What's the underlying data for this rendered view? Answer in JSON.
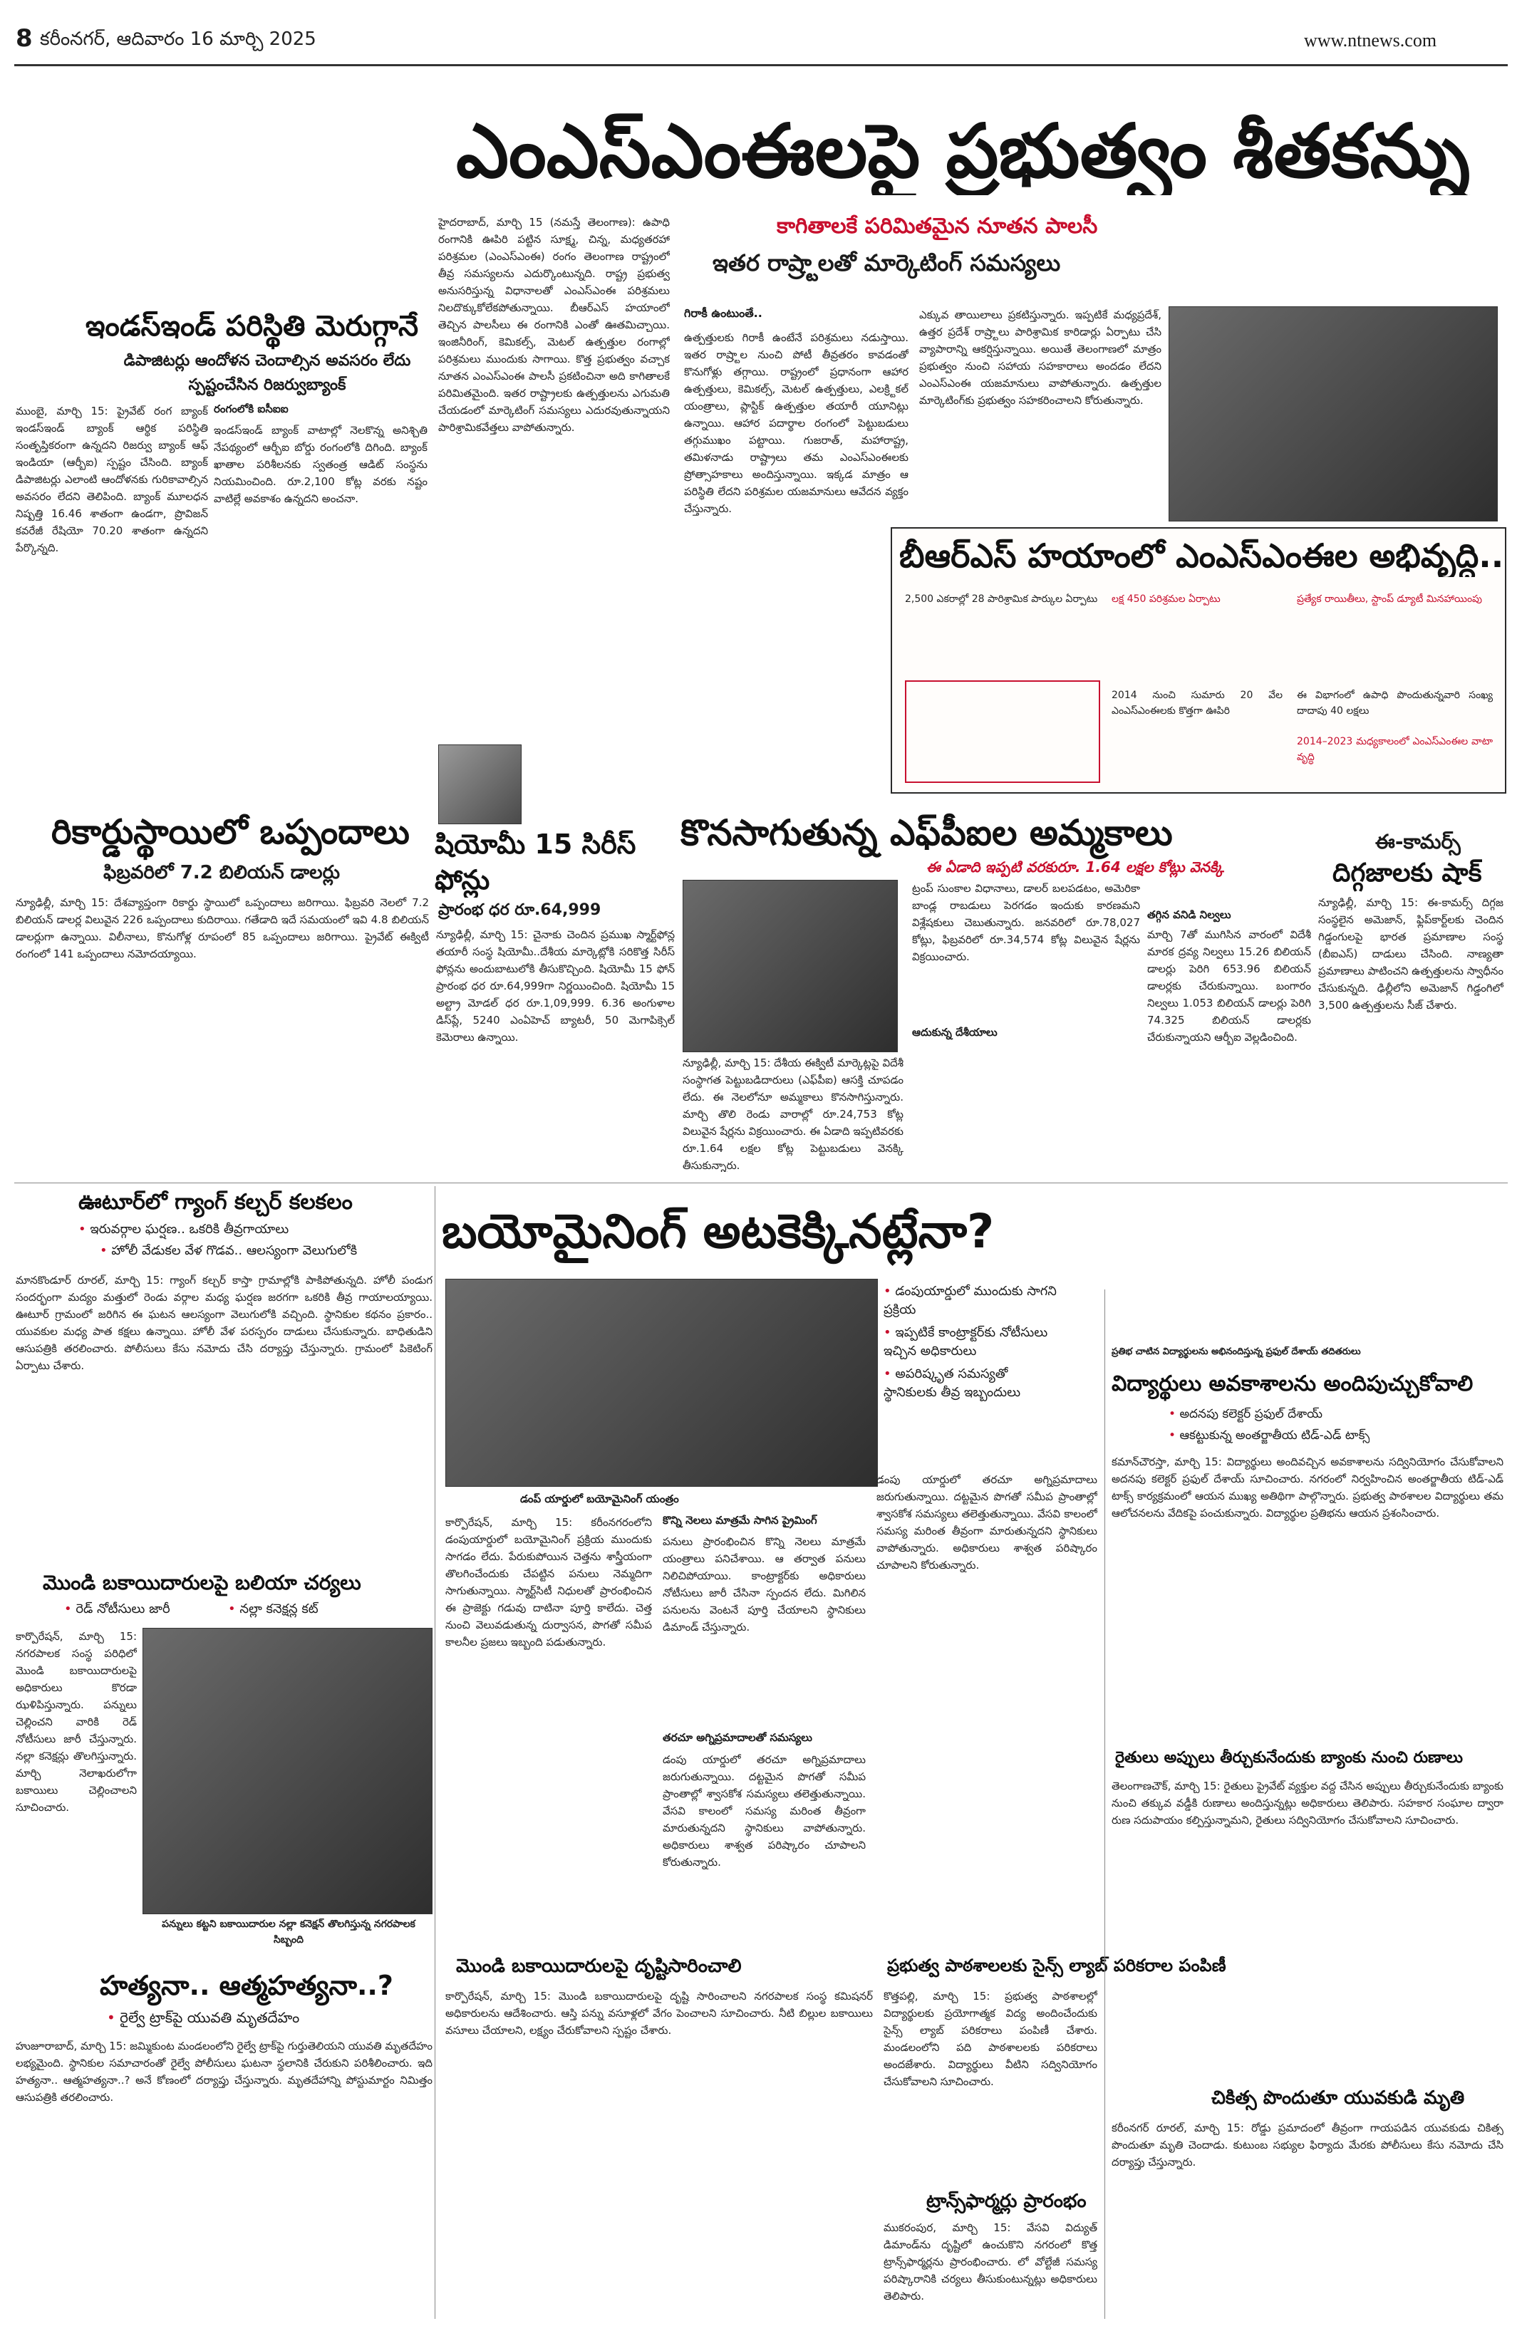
{
  "folio": {
    "page_number": "8",
    "dateline": "కరీంనగర్, ఆదివారం 16 మార్చి 2025",
    "website": "www.ntnews.com"
  },
  "lead": {
    "headline": "ఎంఎస్‌ఎంఈలపై ప్రభుత్వం శీతకన్ను",
    "subhead_1": "కాగితాలకే పరిమితమైన నూతన పాలసీ",
    "subhead_2": "ఇతర రాష్ర్టాలతో మార్కెటింగ్‌ సమస్యలు",
    "body_col1": "హైదరాబాద్‌, మార్చి 15 (నమస్తే తెలంగాణ): ఉపాధి రంగానికి ఊపిరి పట్టిన సూక్ష్మ, చిన్న, మధ్యతరహా పరిశ్రమల (ఎంఎస్‌ఎంఈ) రంగం తెలంగాణ రాష్ట్రంలో తీవ్ర సమస్యలను ఎదుర్కొంటున్నది. రాష్ట్ర ప్రభుత్వ అనుసరిస్తున్న విధానాలతో ఎంఎస్‌ఎంఈ పరిశ్రమలు నిలదొక్కుకోలేకపోతున్నాయి. బీఆర్‌ఎస్‌ హయాంలో తెచ్చిన పాలసీలు ఈ రంగానికి ఎంతో ఊతమిచ్చాయి. ఇంజినీరింగ్‌, కెమికల్స్‌, మెటల్‌ ఉత్పత్తుల రంగాల్లో పరిశ్రమలు ముందుకు సాగాయి. కొత్త ప్రభుత్వం వచ్చాక నూతన ఎంఎస్‌ఎంఈ పాలసీ ప్రకటించినా అది కాగితాలకే పరిమితమైంది. ఇతర రాష్ట్రాలకు ఉత్పత్తులను ఎగుమతి చేయడంలో మార్కెటింగ్‌ సమస్యలు ఎదురవుతున్నాయని పారిశ్రామికవేత్తలు వాపోతున్నారు.",
    "sub_gram": "గిరాకీ ఉంటుంతే..",
    "body_col2": "ఉత్పత్తులకు గిరాకీ ఉంటేనే పరిశ్రమలు నడుస్తాయి. ఇతర రాష్ర్టాల నుంచి పోటీ తీవ్రతరం కావడంతో కొనుగోళ్లు తగ్గాయి. రాష్ట్రంలో ప్రధానంగా ఆహార ఉత్పత్తులు, కెమికల్స్‌, మెటల్‌ ఉత్పత్తులు, ఎలక్ర్టికల్‌ యంత్రాలు, ప్లాస్టిక్‌ ఉత్పత్తుల తయారీ యూనిట్లు ఉన్నాయి. ఆహార పదార్థాల రంగంలో పెట్టుబడులు తగ్గుముఖం పట్టాయి. గుజరాత్‌, మహారాష్ట్ర, తమిళనాడు రాష్ట్రాలు తమ ఎంఎస్‌ఎంఈలకు ప్రోత్సాహకాలు అందిస్తున్నాయి. ఇక్కడ మాత్రం ఆ పరిస్థితి లేదని పరిశ్రమల యజమానులు ఆవేదన వ్యక్తం చేస్తున్నారు.",
    "body_col3": "ఎక్కువ తాయిలాలు ప్రకటిస్తున్నారు. ఇప్పటికే మధ్యప్రదేశ్‌, ఉత్తర ప్రదేశ్‌ రాష్ర్టాలు పారిశ్రామిక కారిడార్లు ఏర్పాటు చేసి వ్యాపారాన్ని ఆకర్షిస్తున్నాయి. అయితే తెలంగాణలో మాత్రం ప్రభుత్వం నుంచి సహాయ సహకారాలు అందడం లేదని ఎంఎస్‌ఎంఈ యజమానులు వాపోతున్నారు. ఉత్పత్తుల మార్కెటింగ్‌కు ప్రభుత్వం సహకరించాలని కోరుతున్నారు."
  },
  "brs_box": {
    "headline": "బీఆర్‌ఎస్‌ హయాంలో ఎంఎస్‌ఎంఈల అభివృద్ధి..",
    "item_1": "2,500 ఎకరాల్లో 28 పారిశ్రామిక పార్కుల ఏర్పాటు",
    "item_2": "లక్ష 450 పరిశ్రమల ఏర్పాటు",
    "item_3": "ప్రత్యేక రాయితీలు, స్టాంప్‌ డ్యూటీ మినహాయింపు",
    "item_4": "2014 నుంచి సుమారు 20 వేల ఎంఎస్‌ఎంఈలకు కొత్తగా ఊపిరి",
    "item_5": "ఈ విభాగంలో ఉపాధి పొందుతున్నవారి సంఖ్య దాదాపు 40 లక్షలు",
    "item_6": "2014–2023 మధ్యకాలంలో ఎంఎస్‌ఎంఈల వాటా వృద్ధి"
  },
  "indusind": {
    "headline": "ఇండస్‌ఇండ్‌ పరిస్థితి మెరుగ్గానే",
    "subhead": "డిపాజిటర్లు ఆందోళన చెందాల్సిన అవసరం లేదు స్పష్టంచేసిన రిజర్వుబ్యాంక్‌",
    "body": "ముంబై, మార్చి 15: ప్రైవేట్‌ రంగ బ్యాంక్‌ ఇండస్‌ఇండ్‌ బ్యాంక్‌ ఆర్థిక పరిస్థితి సంతృప్తికరంగా ఉన్నదని రిజర్వు బ్యాంక్‌ ఆఫ్‌ ఇండియా (ఆర్బీఐ) స్పష్టం చేసింది. బ్యాంక్‌ డిపాజిటర్లు ఎలాంటి ఆందోళనకు గురికావాల్సిన అవసరం లేదని తెలిపింది. బ్యాంక్‌ మూలధన నిష్పత్తి 16.46 శాతంగా ఉండగా, ప్రొవిజన్‌ కవరేజీ రేషియో 70.20 శాతంగా ఉన్నదని పేర్కొన్నది.",
    "side_head": "రంగంలోకి ఐసీఐఐ",
    "side_body": "ఇండస్‌ఇండ్‌ బ్యాంక్‌ వాటాల్లో నెలకొన్న అనిశ్చితి నేపథ్యంలో ఆర్బీఐ బోర్డు రంగంలోకి దిగింది. బ్యాంక్‌ ఖాతాల పరిశీలనకు స్వతంత్ర ఆడిట్‌ సంస్థను నియమించింది. రూ.2,100 కోట్ల వరకు నష్టం వాటిల్లే అవకాశం ఉన్నదని అంచనా."
  },
  "record": {
    "headline": "రికార్డుస్థాయిలో ఒప్పందాలు",
    "subhead": "ఫిబ్రవరిలో 7.2 బిలియన్‌ డాలర్లు",
    "body": "న్యూఢిల్లీ, మార్చి 15: దేశవ్యాప్తంగా రికార్డు స్థాయిలో ఒప్పందాలు జరిగాయి. ఫిబ్రవరి నెలలో 7.2 బిలియన్‌ డాలర్ల విలువైన 226 ఒప్పందాలు కుదిరాయి. గతేడాది ఇదే సమయంలో ఇవి 4.8 బిలియన్‌ డాలర్లుగా ఉన్నాయి. విలీనాలు, కొనుగోళ్ల రూపంలో 85 ఒప్పందాలు జరిగాయి. ప్రైవేట్‌ ఈక్విటీ రంగంలో 141 ఒప్పందాలు నమోదయ్యాయి."
  },
  "xiaomi": {
    "headline": "షియోమీ 15 సిరీస్‌ ఫోన్లు",
    "subhead": "ప్రారంభ ధర రూ.64,999",
    "body": "న్యూఢిల్లీ, మార్చి 15: చైనాకు చెందిన ప్రముఖ స్మార్ట్‌ఫోన్ల తయారీ సంస్థ షియోమీ..దేశీయ మార్కెట్లోకి సరికొత్త సిరీస్‌ ఫోన్లను అందుబాటులోకి తీసుకొచ్చింది. షియోమీ 15 ఫోన్‌ ప్రారంభ ధర రూ.64,999గా నిర్ణయించింది. షియోమీ 15 అల్ట్రా మోడల్‌ ధర రూ.1,09,999. 6.36 అంగుళాల డిస్‌ప్లే, 5240 ఎంఏహెచ్‌ బ్యాటరీ, 50 మెగాపిక్సెల్‌ కెమెరాలు ఉన్నాయి."
  },
  "fpi": {
    "headline": "కొనసాగుతున్న ఎఫ్‌పీఐల అమ్మకాలు",
    "subhead": "ఈ ఏడాది ఇప్పటి వరకురూ. 1.64 లక్షల కోట్లు వెనక్కి",
    "body_col1": "న్యూఢిల్లీ, మార్చి 15: దేశీయ ఈక్విటీ మార్కెట్లపై విదేశీ సంస్థాగత పెట్టుబడిదారులు (ఎఫ్‌పీఐ) ఆసక్తి చూపడం లేదు. ఈ నెలలోనూ అమ్మకాలు కొనసాగిస్తున్నారు. మార్చి తొలి రెండు వారాల్లో రూ.24,753 కోట్ల విలువైన షేర్లను విక్రయించారు. ఈ ఏడాది ఇప్పటివరకు రూ.1.64 లక్షల కోట్ల పెట్టుబడులు వెనక్కి తీసుకున్నారు.",
    "body_col2": "ట్రంప్‌ సుంకాల విధానాలు, డాలర్‌ బలపడటం, అమెరికా బాండ్ల రాబడులు పెరగడం ఇందుకు కారణమని విశ్లేషకులు చెబుతున్నారు. జనవరిలో రూ.78,027 కోట్లు, ఫిబ్రవరిలో రూ.34,574 కోట్ల విలువైన షేర్లను విక్రయించారు.",
    "side_head_1": "తగ్గిన వనిడి నిల్వలు",
    "side_head_2": "ఆదుకున్న దేశీయాలు",
    "side_body": "మార్చి 7తో ముగిసిన వారంలో విదేశీ మారక ద్రవ్య నిల్వలు 15.26 బిలియన్‌ డాలర్లు పెరిగి 653.96 బిలియన్‌ డాలర్లకు చేరుకున్నాయి. బంగారం నిల్వలు 1.053 బిలియన్‌ డాలర్లు పెరిగి 74.325 బిలియన్‌ డాలర్లకు చేరుకున్నాయని ఆర్బీఐ వెల్లడించింది."
  },
  "ecom": {
    "tag": "ఈ-కామర్స్‌",
    "headline": "దిగ్గజాలకు షాక్‌",
    "body": "న్యూఢిల్లీ, మార్చి 15: ఈ-కామర్స్‌ దిగ్గజ సంస్థలైన అమెజాన్‌, ఫ్లిప్‌కార్ట్‌లకు చెందిన గిడ్డంగులపై భారత ప్రమాణాల సంస్థ (బీఐఎస్‌) దాడులు చేసింది. నాణ్యతా ప్రమాణాలు పాటించని ఉత్పత్తులను స్వాధీనం చేసుకున్నది. ఢిల్లీలోని అమెజాన్‌ గిడ్డంగిలో 3,500 ఉత్పత్తులను సీజ్‌ చేశారు."
  },
  "outer": {
    "headline": "ఊటూర్‌లో గ్యాంగ్‌ కల్చర్‌ కలకలం",
    "bullet_1": "ఇరువర్గాల ఘర్షణ.. ఒకరికి తీవ్రగాయాలు",
    "bullet_2": "హోలీ వేడుకల వేళ గొడవ.. ఆలస్యంగా వెలుగులోకి",
    "body": "మానకొండూర్‌ రూరల్‌, మార్చి 15: గ్యాంగ్‌ కల్చర్‌ కాస్తా గ్రామాల్లోకి పాకిపోతున్నది. హోలీ పండుగ సందర్భంగా మద్యం మత్తులో రెండు వర్గాల మధ్య ఘర్షణ జరగగా ఒకరికి తీవ్ర గాయాలయ్యాయి. ఊటూర్‌ గ్రామంలో జరిగిన ఈ ఘటన ఆలస్యంగా వెలుగులోకి వచ్చింది. స్థానికుల కథనం ప్రకారం.. యువకుల మధ్య పాత కక్షలు ఉన్నాయి. హోలీ వేళ పరస్పరం దాడులు చేసుకున్నారు. బాధితుడిని ఆసుపత్రికి తరలించారు. పోలీసులు కేసు నమోదు చేసి దర్యాప్తు చేస్తున్నారు. గ్రామంలో పికెటింగ్‌ ఏర్పాటు చేశారు."
  },
  "mondi": {
    "headline": "మొండి బకాయిదారులపై బలియా చర్యలు",
    "bullet_1": "రెడ్‌ నోటీసులు జారీ",
    "bullet_2": "నల్లా కనెక్షన్ల కట్‌",
    "body": "కార్పొరేషన్‌, మార్చి 15: నగరపాలక సంస్థ పరిధిలో మొండి బకాయిదారులపై అధికారులు కొరడా ఝళిపిస్తున్నారు. పన్నులు చెల్లించని వారికి రెడ్‌ నోటీసులు జారీ చేస్తున్నారు. నల్లా కనెక్షన్లు తొలగిస్తున్నారు. మార్చి నెలాఖరులోగా బకాయిలు చెల్లించాలని సూచించారు.",
    "caption": "పన్నులు కట్టని బకాయిదారుల నల్లా కనెక్షన్‌ తొలగిస్తున్న నగరపాలక సిబ్బంది"
  },
  "suicide": {
    "headline": "హత్యనా.. ఆత్మహత్యనా..?",
    "bullet_1": "రైల్వే ట్రాక్‌పై యువతి మృతదేహం",
    "body": "హుజూరాబాద్‌, మార్చి 15: జమ్మికుంట మండలంలోని రైల్వే ట్రాక్‌పై గుర్తుతెలియని యువతి మృతదేహం లభ్యమైంది. స్థానికుల సమాచారంతో రైల్వే పోలీసులు ఘటనా స్థలానికి చేరుకుని పరిశీలించారు. ఇది హత్యనా.. ఆత్మహత్యనా..? అనే కోణంలో దర్యాప్తు చేస్తున్నారు. మృతదేహాన్ని పోస్టుమార్టం నిమిత్తం ఆసుపత్రికి తరలించారు."
  },
  "bio": {
    "headline": "బయోమైనింగ్‌ అటకెక్కినట్లేనా?",
    "bullet_1": "డంపుయార్డులో ముందుకు సాగని ప్రక్రియ",
    "bullet_2": "ఇప్పటికే కాంట్రాక్టర్‌కు నోటీసులు ఇచ్చిన అధికారులు",
    "bullet_3": "అపరిష్కృత సమస్యతో స్థానికులకు తీవ్ర ఇబ్బందులు",
    "caption": "డంప్‌ యార్డులో బయోమైనింగ్‌ యంత్రం",
    "body_col1": "కార్పొరేషన్‌, మార్చి 15: కరీంనగరంలోని డంపుయార్డులో బయోమైనింగ్‌ ప్రక్రియ ముందుకు సాగడం లేదు. పేరుకుపోయిన చెత్తను శాస్త్రీయంగా తొలగించేందుకు చేపట్టిన పనులు నెమ్మదిగా సాగుతున్నాయి. స్మార్ట్‌సిటీ నిధులతో ప్రారంభించిన ఈ ప్రాజెక్టు గడువు దాటినా పూర్తి కాలేదు. చెత్త నుంచి వెలువడుతున్న దుర్వాసన, పొగతో సమీప కాలనీల ప్రజలు ఇబ్బంది పడుతున్నారు.",
    "sub_1": "కొన్ని నెలలు మాత్రమే సాగిన ప్రైమింగ్‌",
    "body_col2": "పనులు ప్రారంభించిన కొన్ని నెలలు మాత్రమే యంత్రాలు పనిచేశాయి. ఆ తర్వాత పనులు నిలిచిపోయాయి. కాంట్రాక్టర్‌కు అధికారులు నోటీసులు జారీ చేసినా స్పందన లేదు. మిగిలిన పనులను వెంటనే పూర్తి చేయాలని స్థానికులు డిమాండ్‌ చేస్తున్నారు.",
    "sub_2": "తరచూ అగ్నిప్రమాదాలతో సమస్యలు",
    "body_col3": "డంపు యార్డులో తరచూ అగ్నిప్రమాదాలు జరుగుతున్నాయి. దట్టమైన పొగతో సమీప ప్రాంతాల్లో శ్వాసకోశ సమస్యలు తలెత్తుతున్నాయి. వేసవి కాలంలో సమస్య మరింత తీవ్రంగా మారుతున్నదని స్థానికులు వాపోతున్నారు. అధికారులు శాశ్వత పరిష్కారం చూపాలని కోరుతున్నారు."
  },
  "mondi2": {
    "headline": "మొండి బకాయిదారులపై దృష్టిసారించాలి",
    "body": "కార్పొరేషన్‌, మార్చి 15: మొండి బకాయిదారులపై దృష్టి సారించాలని నగరపాలక సంస్థ కమిషనర్‌ అధికారులను ఆదేశించారు. ఆస్తి పన్ను వసూళ్లలో వేగం పెంచాలని సూచించారు. నీటి బిల్లుల బకాయిలు వసూలు చేయాలని, లక్ష్యం చేరుకోవాలని స్పష్టం చేశారు."
  },
  "schools": {
    "headline": "ప్రభుత్వ పాఠశాలలకు సైన్స్‌ ల్యాబ్‌ పరికరాల పంపిణీ",
    "body": "కొత్తపల్లి, మార్చి 15: ప్రభుత్వ పాఠశాలల్లో విద్యార్థులకు ప్రయోగాత్మక విద్య అందించేందుకు సైన్స్‌ ల్యాబ్‌ పరికరాలు పంపిణీ చేశారు. మండలంలోని పది పాఠశాలలకు పరికరాలు అందజేశారు. విద్యార్థులు వీటిని సద్వినియోగం చేసుకోవాలని సూచించారు."
  },
  "transformer": {
    "headline": "ట్రాన్స్‌ఫార్మర్లు ప్రారంభం",
    "body": "ముకరంపుర, మార్చి 15: వేసవి విద్యుత్‌ డిమాండ్‌ను దృష్టిలో ఉంచుకొని నగరంలో కొత్త ట్రాన్స్‌ఫార్మర్లను ప్రారంభించారు. లో వోల్టేజీ సమస్య పరిష్కారానికి చర్యలు తీసుకుంటున్నట్లు అధికారులు తెలిపారు."
  },
  "students": {
    "kicker": "ప్రతిభ చాటిన విద్యార్థులను అభినందిస్తున్న ప్రఫుల్‌ దేశాయ్‌ తదితరులు",
    "headline": "విద్యార్థులు అవకాశాలను అందిపుచ్చుకోవాలి",
    "bullet_1": "అదనపు కలెక్టర్‌ ప్రఫుల్‌ దేశాయ్‌",
    "bullet_2": "ఆకట్టుకున్న అంతర్జాతీయ టిడ్‌-ఎడ్‌ టాక్స్‌",
    "body": "కమాన్‌చౌరస్తా, మార్చి 15: విద్యార్థులు అందివచ్చిన అవకాశాలను సద్వినియోగం చేసుకోవాలని అదనపు కలెక్టర్‌ ప్రఫుల్‌ దేశాయ్‌ సూచించారు. నగరంలో నిర్వహించిన అంతర్జాతీయ టిడ్‌-ఎడ్‌ టాక్స్‌ కార్యక్రమంలో ఆయన ముఖ్య అతిథిగా పాల్గొన్నారు. ప్రభుత్వ పాఠశాలల విద్యార్థులు తమ ఆలోచనలను వేదికపై పంచుకున్నారు. విద్యార్థుల ప్రతిభను ఆయన ప్రశంసించారు."
  },
  "farmers": {
    "headline": "రైతులు అప్పులు తీర్చుకునేందుకు బ్యాంకు నుంచి రుణాలు",
    "body": "తెలంగాణచౌక్‌, మార్చి 15: రైతులు ప్రైవేట్‌ వ్యక్తుల వద్ద చేసిన అప్పులు తీర్చుకునేందుకు బ్యాంకు నుంచి తక్కువ వడ్డీకి రుణాలు అందిస్తున్నట్లు అధికారులు తెలిపారు. సహకార సంఘాల ద్వారా రుణ సదుపాయం కల్పిస్తున్నామని, రైతులు సద్వినియోగం చేసుకోవాలని సూచించారు."
  },
  "death": {
    "headline": "చికిత్స పొందుతూ యువకుడి మృతి",
    "body": "కరీంనగర్‌ రూరల్‌, మార్చి 15: రోడ్డు ప్రమాదంలో తీవ్రంగా గాయపడిన యువకుడు చికిత్స పొందుతూ మృతి చెందాడు. కుటుంబ సభ్యుల ఫిర్యాదు మేరకు పోలీసులు కేసు నమోదు చేసి దర్యాప్తు చేస్తున్నారు."
  },
  "colors": {
    "accent": "#c8102e",
    "ink": "#1b1b1b"
  }
}
